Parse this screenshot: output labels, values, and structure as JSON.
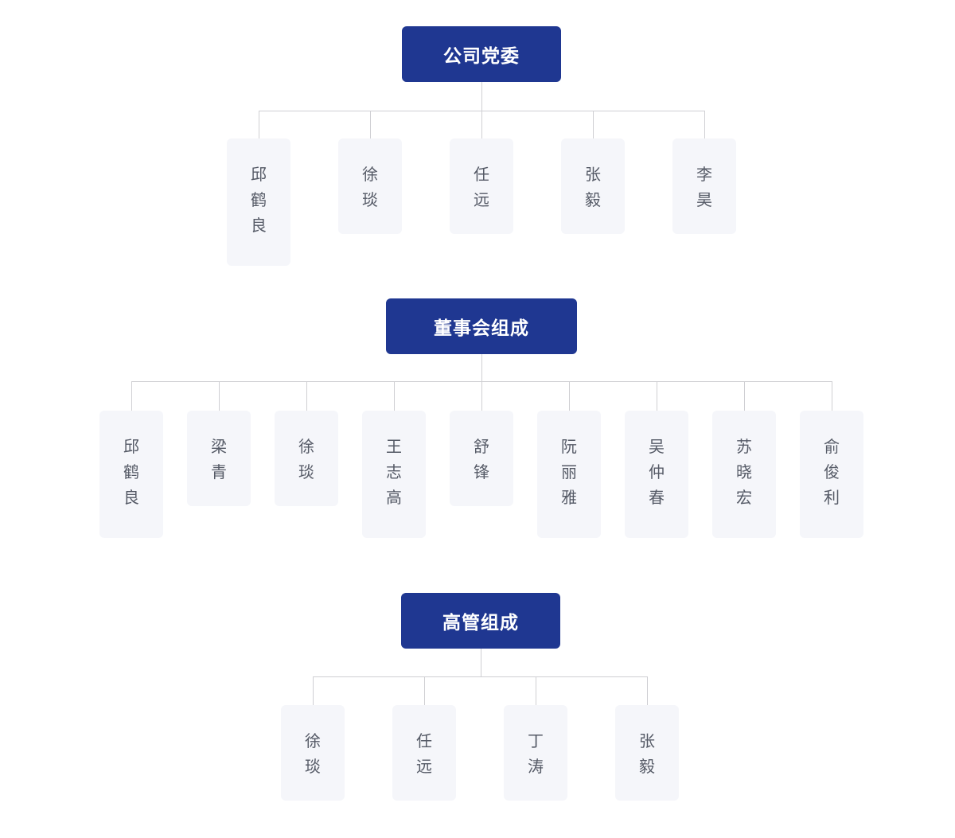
{
  "colors": {
    "header_bg": "#1f3791",
    "card_bg": "#f5f6fa",
    "line": "#cfcfd3",
    "member_text": "#555a66"
  },
  "groups": [
    {
      "title": "公司党委",
      "members": [
        "邱鹤良",
        "徐琰",
        "任远",
        "张毅",
        "李昊"
      ]
    },
    {
      "title": "董事会组成",
      "members": [
        "邱鹤良",
        "梁青",
        "徐琰",
        "王志高",
        "舒锋",
        "阮丽雅",
        "吴仲春",
        "苏晓宏",
        "俞俊利"
      ]
    },
    {
      "title": "高管组成",
      "members": [
        "徐琰",
        "任远",
        "丁涛",
        "张毅"
      ]
    }
  ]
}
